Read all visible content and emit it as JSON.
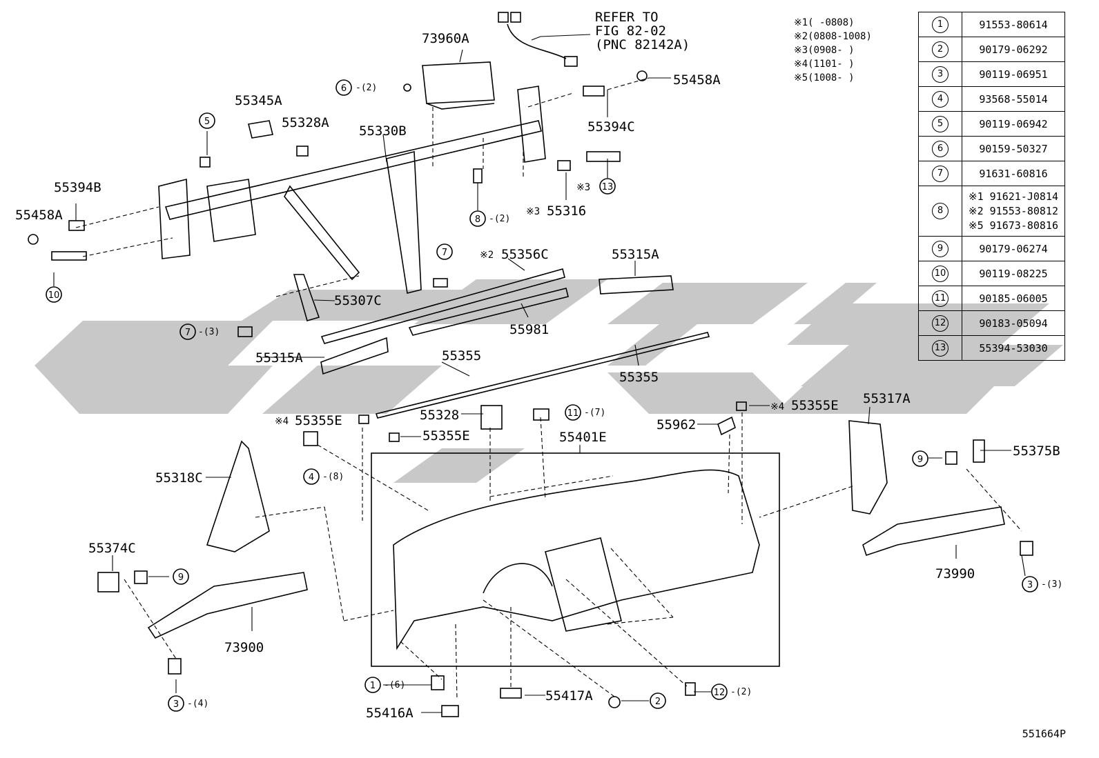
{
  "callouts": {
    "c73960A": "73960A",
    "c55345A": "55345A",
    "c55328A": "55328A",
    "c55330B": "55330B",
    "c55394B": "55394B",
    "c55458A_l": "55458A",
    "c55458A_r": "55458A",
    "c55394C": "55394C",
    "c55316": "55316",
    "c55356C": "55356C",
    "c55315A_t": "55315A",
    "c55307C": "55307C",
    "c55981": "55981",
    "c55315A_b": "55315A",
    "c55355_l": "55355",
    "c55355_r": "55355",
    "c55355E_l": "55355E",
    "c55355E_m": "55355E",
    "c55355E_r": "55355E",
    "c55328": "55328",
    "c55401E": "55401E",
    "c55962": "55962",
    "c55317A": "55317A",
    "c55375B": "55375B",
    "c55318C": "55318C",
    "c55374C": "55374C",
    "c73900": "73900",
    "c73990": "73990",
    "c55416A": "55416A",
    "c55417A": "55417A"
  },
  "markers": {
    "m2": "※2",
    "m3a": "※3",
    "m3b": "※3",
    "m4a": "※4",
    "m4b": "※4"
  },
  "circles": {
    "c1": "1",
    "c2": "2",
    "c3a": "3",
    "c3b": "3",
    "c4": "4",
    "c5": "5",
    "c6": "6",
    "c7a": "7",
    "c7b": "7",
    "c8": "8",
    "c9a": "9",
    "c9b": "9",
    "c10": "10",
    "c11": "11",
    "c12": "12",
    "c13": "13"
  },
  "quantities": {
    "q6": "-(2)",
    "q7": "-(3)",
    "q8": "-(2)",
    "q4": "-(8)",
    "q11": "-(7)",
    "q3a": "-(4)",
    "q3b": "-(3)",
    "q1": "-(6)",
    "q12": "-(2)"
  },
  "refer_note": {
    "line1": "REFER TO",
    "line2": "FIG 82-02",
    "line3": "(PNC 82142A)"
  },
  "date_notes": [
    "※1(    -0808)",
    "※2(0808-1008)",
    "※3(0908-    )",
    "※4(1101-    )",
    "※5(1008-    )"
  ],
  "ref_table": [
    {
      "no": "1",
      "part": "91553-80614"
    },
    {
      "no": "2",
      "part": "90179-06292"
    },
    {
      "no": "3",
      "part": "90119-06951"
    },
    {
      "no": "4",
      "part": "93568-55014"
    },
    {
      "no": "5",
      "part": "90119-06942"
    },
    {
      "no": "6",
      "part": "90159-50327"
    },
    {
      "no": "7",
      "part": "91631-60816"
    },
    {
      "no": "8",
      "parts": [
        "※1 91621-J0814",
        "※2 91553-80812",
        "※5 91673-80816"
      ]
    },
    {
      "no": "9",
      "part": "90179-06274"
    },
    {
      "no": "10",
      "part": "90119-08225"
    },
    {
      "no": "11",
      "part": "90185-06005"
    },
    {
      "no": "12",
      "part": "90183-05094"
    },
    {
      "no": "13",
      "part": "55394-53030"
    }
  ],
  "figure_id": "551664P",
  "colors": {
    "line": "#000000",
    "watermark": "#c8c8c8",
    "background": "#ffffff"
  }
}
